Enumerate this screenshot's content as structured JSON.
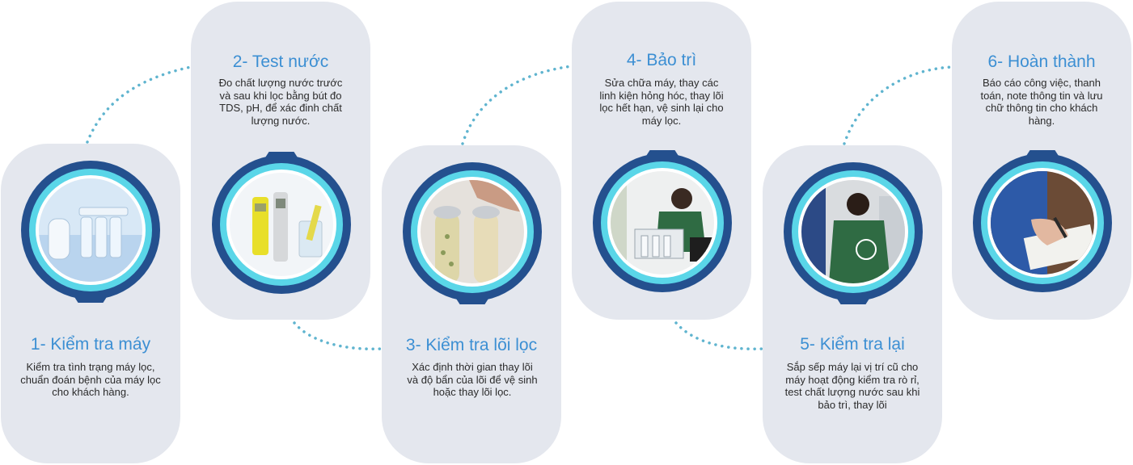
{
  "colors": {
    "card_bg": "#e4e7ee",
    "title": "#3c8fd3",
    "ring_dark": "#24508e",
    "ring_light": "#5ad6e8",
    "connector": "#5fb4cf"
  },
  "steps": [
    {
      "title": "1- Kiểm tra máy",
      "description": "Kiểm tra tình trạng máy lọc, chuẩn đoán bệnh của máy lọc cho khách hàng.",
      "icon": "water-filter-icon"
    },
    {
      "title": "2- Test nước",
      "description": "Đo chất lượng nước trước và sau khi lọc bằng bút đo TDS, pH, để xác đinh chất lượng nước.",
      "icon": "tds-ph-meter-icon"
    },
    {
      "title": "3- Kiểm tra lõi lọc",
      "description": "Xác định thời gian thay lõi và độ bẩn của lõi để vệ sinh hoặc thay lõi lọc.",
      "icon": "filter-cartridge-icon"
    },
    {
      "title": "4- Bảo trì",
      "description": "Sửa chữa máy, thay các linh kiện hỏng hóc, thay lõi lọc hết hạn, vệ sinh lại cho máy lọc.",
      "icon": "technician-repair-icon"
    },
    {
      "title": "5- Kiểm tra lại",
      "description": "Sắp sếp máy lại vị trí cũ cho máy hoạt động kiểm tra rò rỉ, test chất lượng nước sau khi bảo trì, thay lõi",
      "icon": "technician-check-icon"
    },
    {
      "title": "6- Hoàn thành",
      "description": "Báo cáo công việc, thanh toán, note thông tin và lưu chữ thông tin cho khách hàng.",
      "icon": "clipboard-report-icon"
    }
  ]
}
